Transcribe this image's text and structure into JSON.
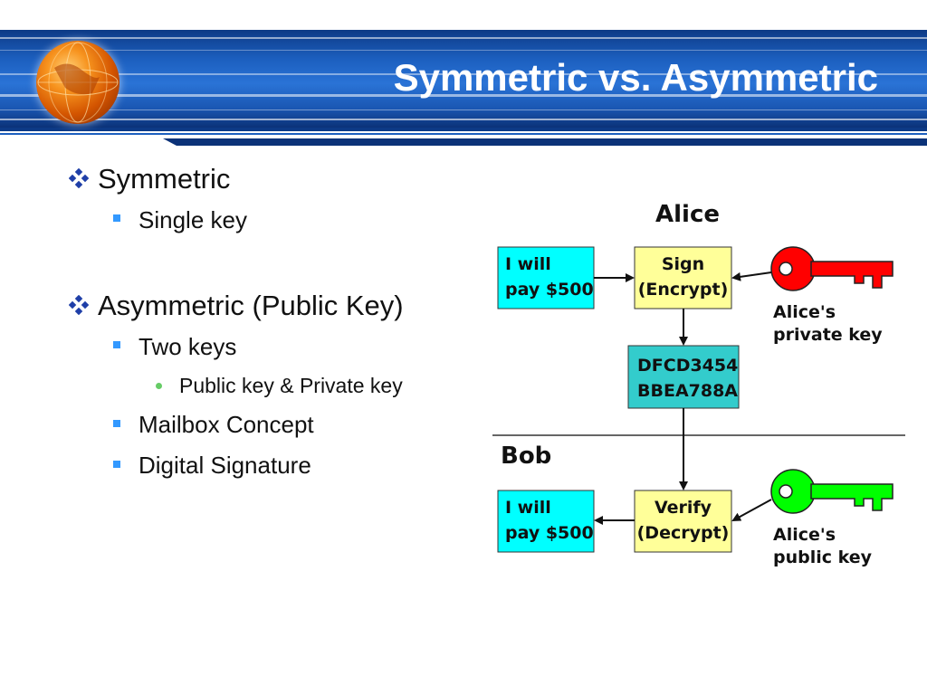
{
  "slide": {
    "title": "Symmetric vs. Asymmetric"
  },
  "bullets": [
    {
      "level": 1,
      "text": "Symmetric"
    },
    {
      "level": 2,
      "text": "Single key"
    },
    {
      "level": 1,
      "text": "Asymmetric (Public Key)"
    },
    {
      "level": 2,
      "text": "Two keys"
    },
    {
      "level": 3,
      "text": "Public key & Private key"
    },
    {
      "level": 2,
      "text": "Mailbox Concept"
    },
    {
      "level": 2,
      "text": "Digital Signature"
    }
  ],
  "diagram": {
    "alice_label": "Alice",
    "bob_label": "Bob",
    "alice_message": [
      "I will",
      "pay $500"
    ],
    "sign_box": [
      "Sign",
      "(Encrypt)"
    ],
    "cipher_box": [
      "DFCD3454",
      "BBEA788A"
    ],
    "verify_box": [
      "Verify",
      "(Decrypt)"
    ],
    "bob_message": [
      "I will",
      "pay $500"
    ],
    "private_key_label": [
      "Alice's",
      "private key"
    ],
    "public_key_label": [
      "Alice's",
      "public key"
    ],
    "colors": {
      "message_box": "#00ffff",
      "process_box": "#ffff99",
      "cipher_box": "#33cccc",
      "private_key": "#ff0000",
      "public_key": "#00ff00",
      "bullet_level1": "#1f3fa8",
      "bullet_level2": "#3399ff",
      "bullet_level3": "#66cc66"
    }
  }
}
